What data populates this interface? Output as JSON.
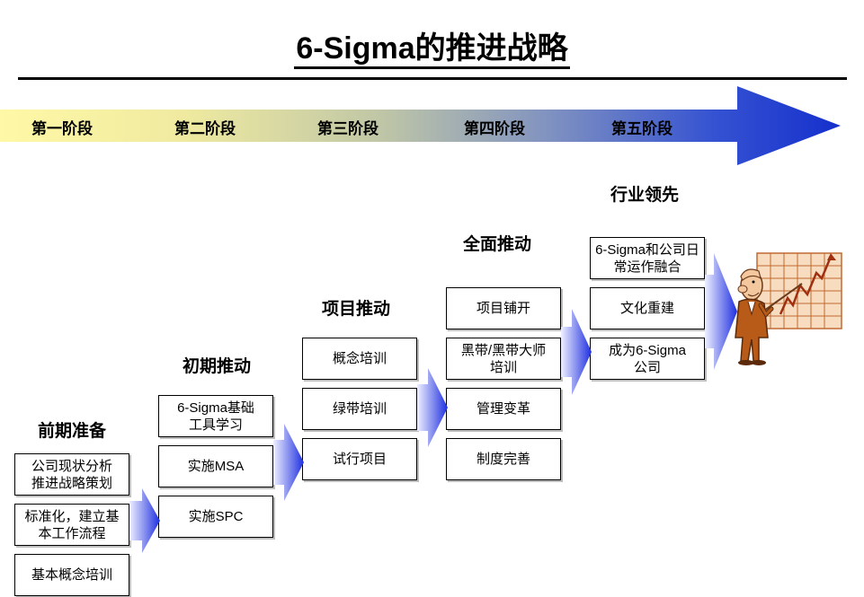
{
  "title": "6-Sigma的推进战略",
  "phases": [
    "第一阶段",
    "第二阶段",
    "第三阶段",
    "第四阶段",
    "第五阶段"
  ],
  "stages": [
    {
      "name": "前期准备",
      "items": [
        "公司现状分析\n推进战略策划",
        "标准化，建立基\n本工作流程",
        "基本概念培训"
      ]
    },
    {
      "name": "初期推动",
      "items": [
        "6-Sigma基础\n工具学习",
        "实施MSA",
        "实施SPC"
      ]
    },
    {
      "name": "项目推动",
      "items": [
        "概念培训",
        "绿带培训",
        "试行项目"
      ]
    },
    {
      "name": "全面推动",
      "items": [
        "项目铺开",
        "黑带/黑带大师\n培训",
        "管理变革",
        "制度完善"
      ]
    },
    {
      "name": "行业领先",
      "items": [
        "6-Sigma和公司日\n常运作融合",
        "文化重建",
        "成为6-Sigma\n公司"
      ]
    }
  ],
  "colors": {
    "arrow_start": "#fff7a0",
    "arrow_end": "#1a33cc",
    "chevron": "#2233dd"
  },
  "icons": [
    "presenter-chart-illustration"
  ]
}
